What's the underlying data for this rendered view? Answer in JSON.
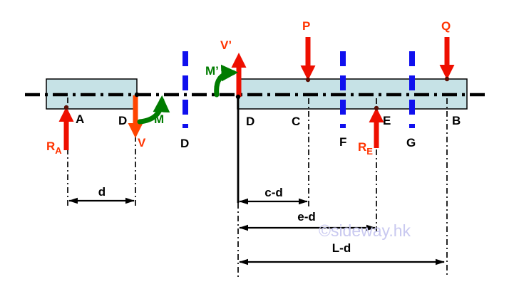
{
  "colors": {
    "beam_fill": "#c6e2e6",
    "line_black": "#000000",
    "force_red": "#ee0f00",
    "shear_orange": "#ff4400",
    "force_label": "#ff3300",
    "moment_green": "#007c00",
    "cut_blue": "#1010ee",
    "dot_dark": "#5a1005",
    "watermark_color": "#c9c9f0"
  },
  "watermark": "©sideway.hk",
  "labels": {
    "a": "A",
    "d_left": "D",
    "d_cut": "D",
    "d_right": "D",
    "c": "C",
    "f": "F",
    "e": "E",
    "g": "G",
    "b": "B",
    "p": "P",
    "q": "Q",
    "v": "V",
    "v_prime": "V’",
    "m": "M",
    "m_prime": "M’",
    "ra": "R",
    "ra_sub": "A",
    "re": "R",
    "re_sub": "E"
  },
  "dimensions": {
    "d": "d",
    "c_d": "c-d",
    "e_d": "e-d",
    "l_d": "L-d"
  }
}
